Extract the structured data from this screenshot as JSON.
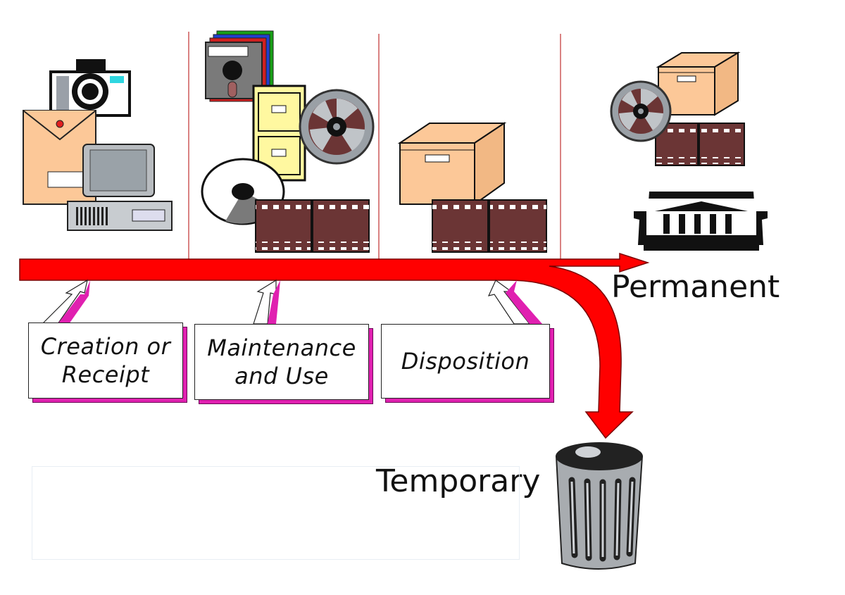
{
  "stages": [
    {
      "label": "Creation or\nReceipt"
    },
    {
      "label": "Maintenance\nand Use"
    },
    {
      "label": "Disposition"
    }
  ],
  "outcomes": {
    "permanent": "Permanent",
    "temporary": "Temporary"
  },
  "colors": {
    "arrow": "#ff0000",
    "card_shadow": "#e020b0",
    "divider": "#c03030",
    "manila": "#fcc898",
    "film": "#6b3535",
    "folder": "#fff8a0"
  },
  "icons": [
    "camera-icon",
    "envelope-icon",
    "computer-icon",
    "floppy-disk-icon",
    "file-cabinet-icon",
    "film-reel-icon",
    "cd-disc-icon",
    "film-strip-icon",
    "storage-box-icon",
    "archives-building-icon",
    "trash-can-icon"
  ]
}
